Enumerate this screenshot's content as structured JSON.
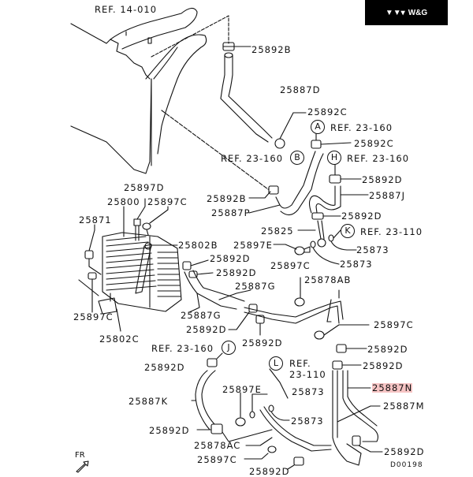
{
  "brand": {
    "logo_glyph": "▼▼▾",
    "name": "W&G"
  },
  "diagram_code": "D00198",
  "orientation_label": "FR",
  "highlight_color": "#f6c4c4",
  "highlighted_part": "25887N",
  "labels": {
    "ref_14_010": "REF. 14-010",
    "p25892B_top": "25892B",
    "p25887D": "25887D",
    "p25892C_a": "25892C",
    "refA": "REF. 23-160",
    "p25892C_b": "25892C",
    "refB": "REF. 23-160",
    "refH": "REF. 23-160",
    "p25892D_h": "25892D",
    "p25887J": "25887J",
    "p25897D": "25897D",
    "p25800": "25800",
    "p25897C_top": "25897C",
    "p25892B_mid": "25892B",
    "p25887P": "25887P",
    "p25892D_j": "25892D",
    "p25871": "25871",
    "p25825": "25825",
    "refK": "REF. 23-110",
    "p25802B": "25802B",
    "p25897E_top": "25897E",
    "p25873_a": "25873",
    "p25892D_1": "25892D",
    "p25873_b": "25873",
    "p25892D_2": "25892D",
    "p25897C_mid": "25897C",
    "p25887G_a": "25887G",
    "p25878AB": "25878AB",
    "p25897C_left": "25897C",
    "p25887G_b": "25887G",
    "p25892D_3": "25892D",
    "p25897C_right": "25897C",
    "p25802C": "25802C",
    "p25892D_4": "25892D",
    "refJ": "REF. 23-160",
    "p25892D_5": "25892D",
    "p25892D_6": "25892D",
    "refL_1": "REF.",
    "refL_2": "23-110",
    "p25892D_7": "25892D",
    "p25887N": "25887N",
    "p25897E_bot": "25897E",
    "p25873_c": "25873",
    "p25887K": "25887K",
    "p25887M": "25887M",
    "p25873_d": "25873",
    "p25892D_8": "25892D",
    "p25878AC": "25878AC",
    "p25897C_bot": "25897C",
    "p25892D_9": "25892D",
    "p25892D_10": "25892D"
  },
  "callouts": {
    "A": "A",
    "B": "B",
    "H": "H",
    "K": "K",
    "J": "J",
    "L": "L"
  }
}
